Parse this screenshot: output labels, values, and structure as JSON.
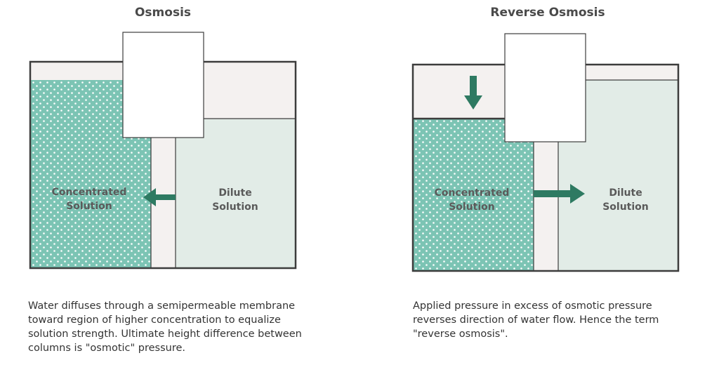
{
  "osmosis": {
    "title": "Osmosis",
    "concentrated_label": "Concentrated\nSolution",
    "dilute_label": "Dilute\nSolution",
    "caption": "Water diffuses through a semipermeable membrane toward region of higher concentration to equalize solution strength. Ultimate height difference between columns is \"osmotic\" pressure."
  },
  "reverse": {
    "title": "Reverse Osmosis",
    "concentrated_label": "Concentrated\nSolution",
    "dilute_label": "Dilute\nSolution",
    "caption": "Applied pressure in excess of osmotic pressure reverses direction of water flow. Hence the term \"reverse osmosis\"."
  },
  "colors": {
    "concentrated": "#7cc4b4",
    "dilute": "#e2ece7",
    "membrane": "#f4f1f0",
    "outline": "#3c3c3c",
    "arrow": "#2e7a62",
    "dots": "#ffffff"
  }
}
